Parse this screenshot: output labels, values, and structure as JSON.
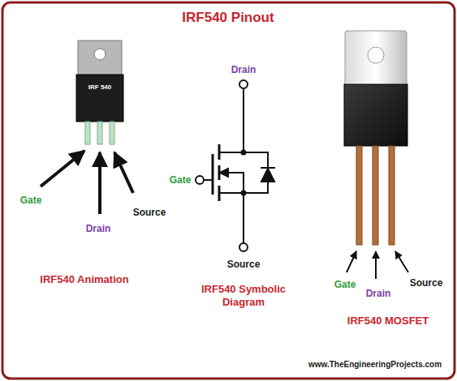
{
  "diagram": {
    "title": "IRF540 Pinout",
    "labels": [
      "IRF 540",
      "Gate",
      "Drain",
      "Source",
      "IRF540 Animation",
      "Drain",
      "Gate",
      "Source",
      "IRF540 Symbolic Diagram",
      "Gate",
      "Drain",
      "Source",
      "IRF540 MOSFET",
      "www.TheEngineeringProjects.com"
    ]
  }
}
